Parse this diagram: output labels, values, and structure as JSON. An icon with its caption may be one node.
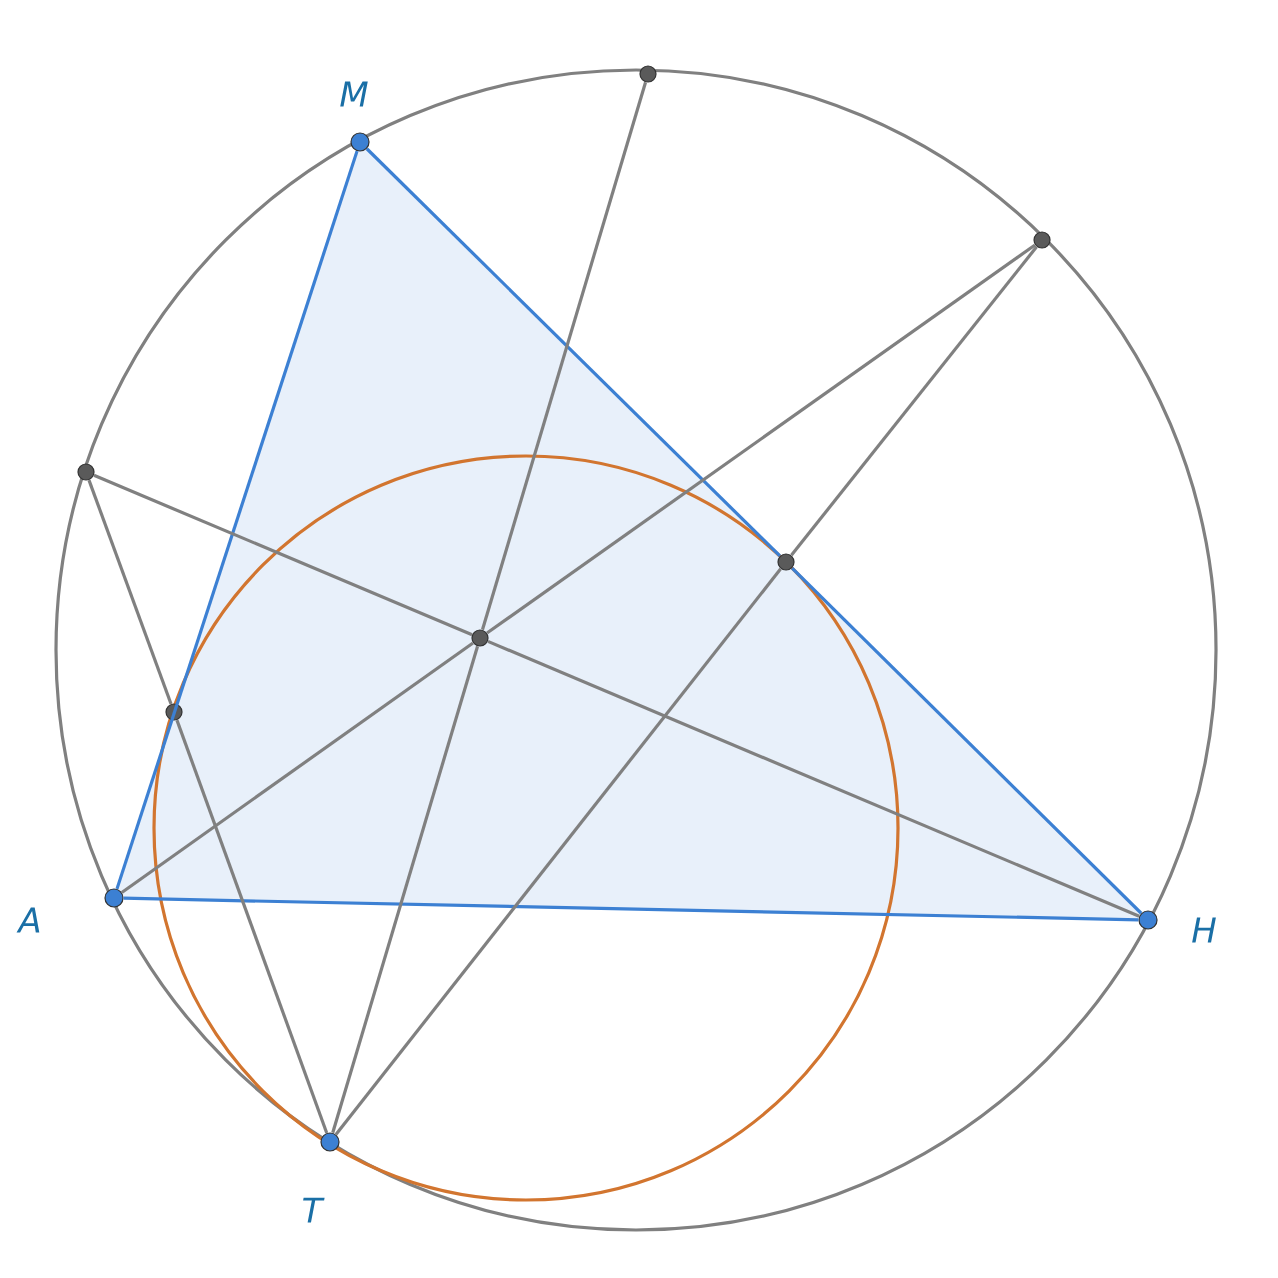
{
  "diagram": {
    "nodes": [
      {
        "text": [
          "M"
        ]
      },
      {
        "text": [
          "A"
        ]
      },
      {
        "text": [
          "H"
        ]
      },
      {
        "text": [
          "T"
        ]
      },
      {
        "text": [],
        "shape": "circle"
      },
      {
        "text": [],
        "shape": "circle"
      },
      {
        "text": [],
        "shape": "circle"
      },
      {
        "text": [],
        "shape": "circle"
      },
      {
        "text": [],
        "shape": "circle"
      },
      {
        "text": [],
        "shape": "circle"
      }
    ],
    "edges": [
      {
        "from": 0,
        "to": 1,
        "arrow": "none",
        "color": "#3c80d3"
      },
      {
        "from": 0,
        "to": 9,
        "arrow": "none",
        "color": "#3c80d3"
      },
      {
        "from": 9,
        "to": 2,
        "arrow": "none",
        "color": "#3c80d3"
      },
      {
        "from": 1,
        "to": 2,
        "arrow": "none",
        "color": "#3c80d3"
      },
      {
        "from": 3,
        "to": 7,
        "arrow": "none"
      },
      {
        "from": 7,
        "to": 4,
        "arrow": "none"
      },
      {
        "from": 3,
        "to": 9,
        "arrow": "none"
      },
      {
        "from": 9,
        "to": 5,
        "arrow": "none"
      },
      {
        "from": 1,
        "to": 7,
        "arrow": "none"
      },
      {
        "from": 7,
        "to": 5,
        "arrow": "none"
      },
      {
        "from": 6,
        "to": 7,
        "arrow": "none"
      },
      {
        "from": 7,
        "to": 2,
        "arrow": "none"
      },
      {
        "from": 6,
        "to": 8,
        "arrow": "none"
      },
      {
        "from": 8,
        "to": 3,
        "arrow": "none"
      }
    ]
  }
}
